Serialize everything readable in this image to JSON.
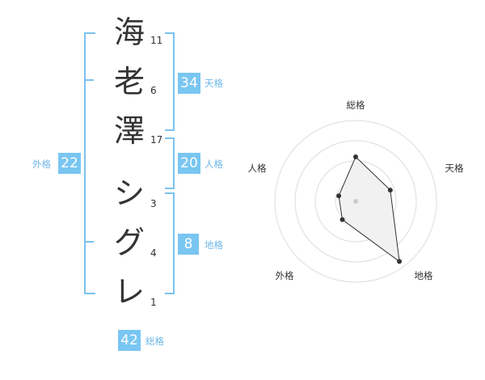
{
  "name": {
    "chars": [
      {
        "char": "海",
        "strokes": "11"
      },
      {
        "char": "老",
        "strokes": "6"
      },
      {
        "char": "澤",
        "strokes": "17"
      },
      {
        "char": "シ",
        "strokes": "3"
      },
      {
        "char": "グ",
        "strokes": "4"
      },
      {
        "char": "レ",
        "strokes": "1"
      }
    ]
  },
  "kakusu": {
    "tenkaku": {
      "value": "34",
      "label": "天格"
    },
    "jinkaku": {
      "value": "20",
      "label": "人格"
    },
    "chikaku": {
      "value": "8",
      "label": "地格"
    },
    "gaikaku": {
      "value": "22",
      "label": "外格"
    },
    "soukaku": {
      "value": "42",
      "label": "総格"
    }
  },
  "radar": {
    "labels": [
      "総格",
      "天格",
      "地格",
      "外格",
      "人格"
    ],
    "values": [
      0.55,
      0.45,
      0.92,
      0.28,
      0.22
    ],
    "colors": {
      "fill": "#efefef",
      "line": "#333333",
      "grid": "#dddddd",
      "center": "#cccccc"
    }
  }
}
